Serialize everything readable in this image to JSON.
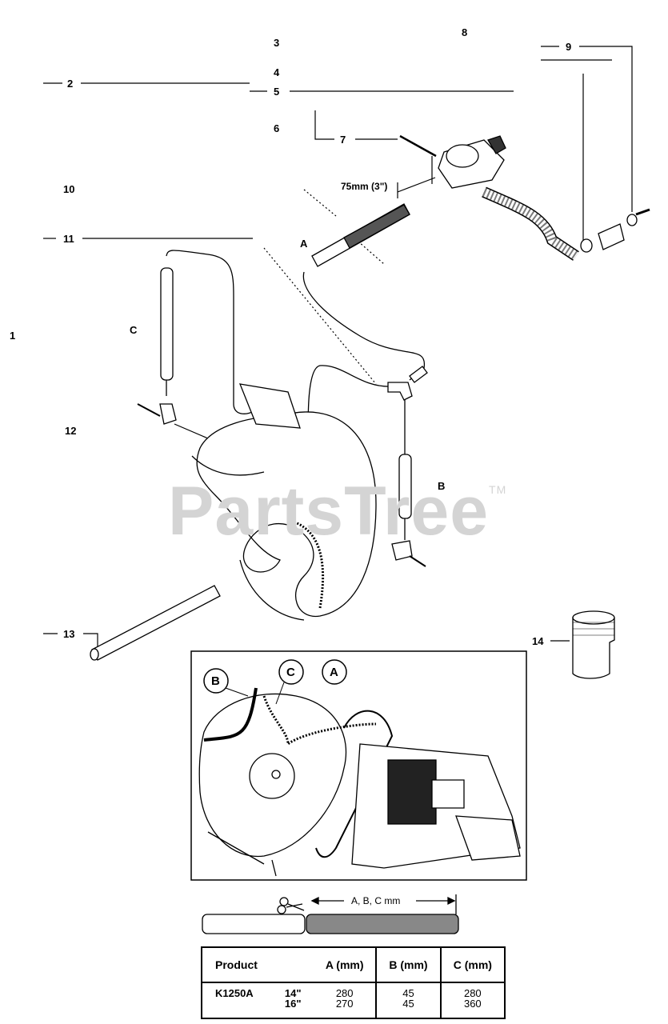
{
  "callouts": {
    "n1": "1",
    "n2": "2",
    "n3": "3",
    "n4": "4",
    "n5": "5",
    "n6": "6",
    "n7": "7",
    "n8": "8",
    "n9": "9",
    "n10": "10",
    "n11": "11",
    "n12": "12",
    "n13": "13",
    "n14": "14"
  },
  "hose_labels": {
    "a": "A",
    "b": "B",
    "c": "C"
  },
  "measure": "75mm (3\")",
  "watermark": {
    "text": "PartsTree",
    "tm": "TM"
  },
  "inset": {
    "circle_b": "B",
    "circle_c": "C",
    "circle_a": "A"
  },
  "cut_label": "A, B, C mm",
  "spec_table": {
    "headers": [
      "Product",
      "A (mm)",
      "B (mm)",
      "C (mm)"
    ],
    "model": "K1250A",
    "sizes": [
      "14\"",
      "16\""
    ],
    "a_values": [
      "280",
      "270"
    ],
    "b_values": [
      "45",
      "45"
    ],
    "c_values": [
      "280",
      "360"
    ]
  }
}
